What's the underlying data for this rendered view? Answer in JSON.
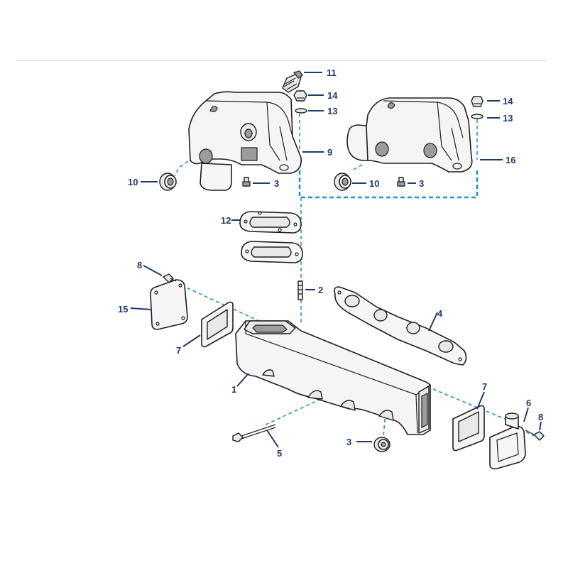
{
  "callouts": [
    {
      "id": "c1",
      "text": "1"
    },
    {
      "id": "c2",
      "text": "2"
    },
    {
      "id": "c3a",
      "text": "3"
    },
    {
      "id": "c3b",
      "text": "3"
    },
    {
      "id": "c3c",
      "text": "3"
    },
    {
      "id": "c4",
      "text": "4"
    },
    {
      "id": "c5",
      "text": "5"
    },
    {
      "id": "c6",
      "text": "6"
    },
    {
      "id": "c7a",
      "text": "7"
    },
    {
      "id": "c7b",
      "text": "7"
    },
    {
      "id": "c8a",
      "text": "8"
    },
    {
      "id": "c8b",
      "text": "8"
    },
    {
      "id": "c9",
      "text": "9"
    },
    {
      "id": "c10a",
      "text": "10"
    },
    {
      "id": "c10b",
      "text": "10"
    },
    {
      "id": "c11",
      "text": "11"
    },
    {
      "id": "c12",
      "text": "12"
    },
    {
      "id": "c13a",
      "text": "13"
    },
    {
      "id": "c13b",
      "text": "13"
    },
    {
      "id": "c14a",
      "text": "14"
    },
    {
      "id": "c14b",
      "text": "14"
    },
    {
      "id": "c15",
      "text": "15"
    },
    {
      "id": "c16",
      "text": "16"
    }
  ],
  "colors": {
    "callout": "#1f3a6b",
    "guide_line": "#2b8fc7",
    "outline": "#1e1e1e",
    "part_fill": "#f5f5f5"
  }
}
